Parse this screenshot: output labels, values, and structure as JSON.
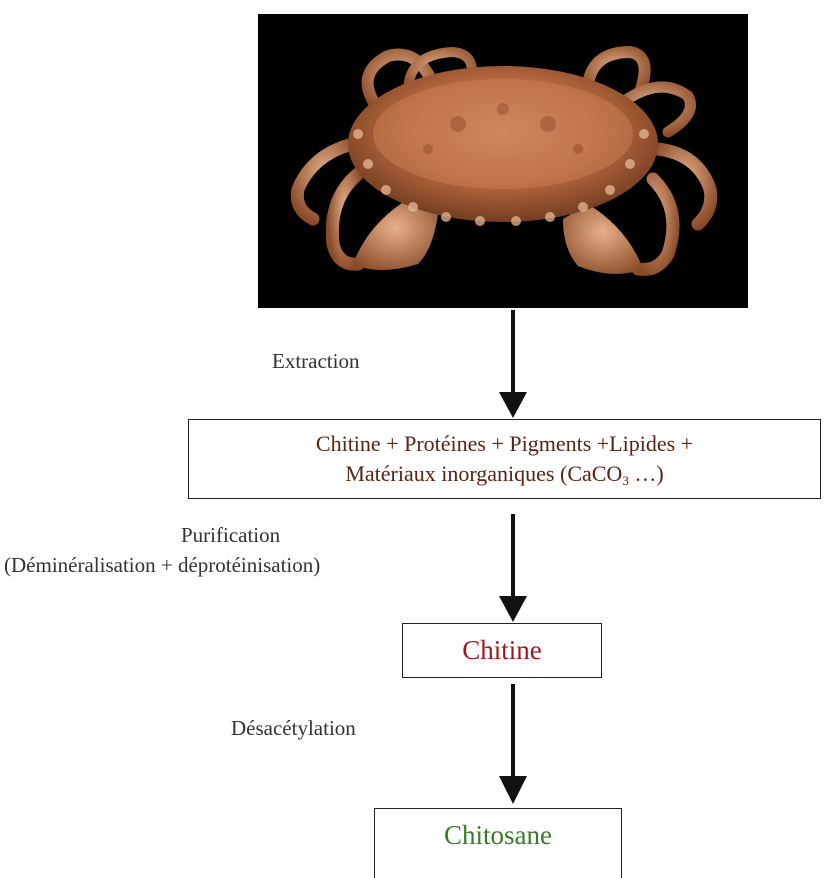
{
  "image": {
    "subject": "crab",
    "background": "#000000"
  },
  "steps": {
    "extraction": "Extraction",
    "purification": "Purification",
    "purification_detail": "(Déminéralisation + déprotéinisation)",
    "deacetylation": "Désacétylation"
  },
  "boxes": {
    "mix_line1": "Chitine + Protéines + Pigments +Lipides +",
    "mix_line2": "Matériaux inorganiques (CaCO",
    "mix_sub": "3",
    "mix_line2_end": " …)",
    "chitine": "Chitine",
    "chitosane": "Chitosane"
  },
  "colors": {
    "mix_text": "#5a2318",
    "chitine_text": "#a01820",
    "chitosane_text": "#3b7a2a",
    "arrow": "#111111"
  }
}
